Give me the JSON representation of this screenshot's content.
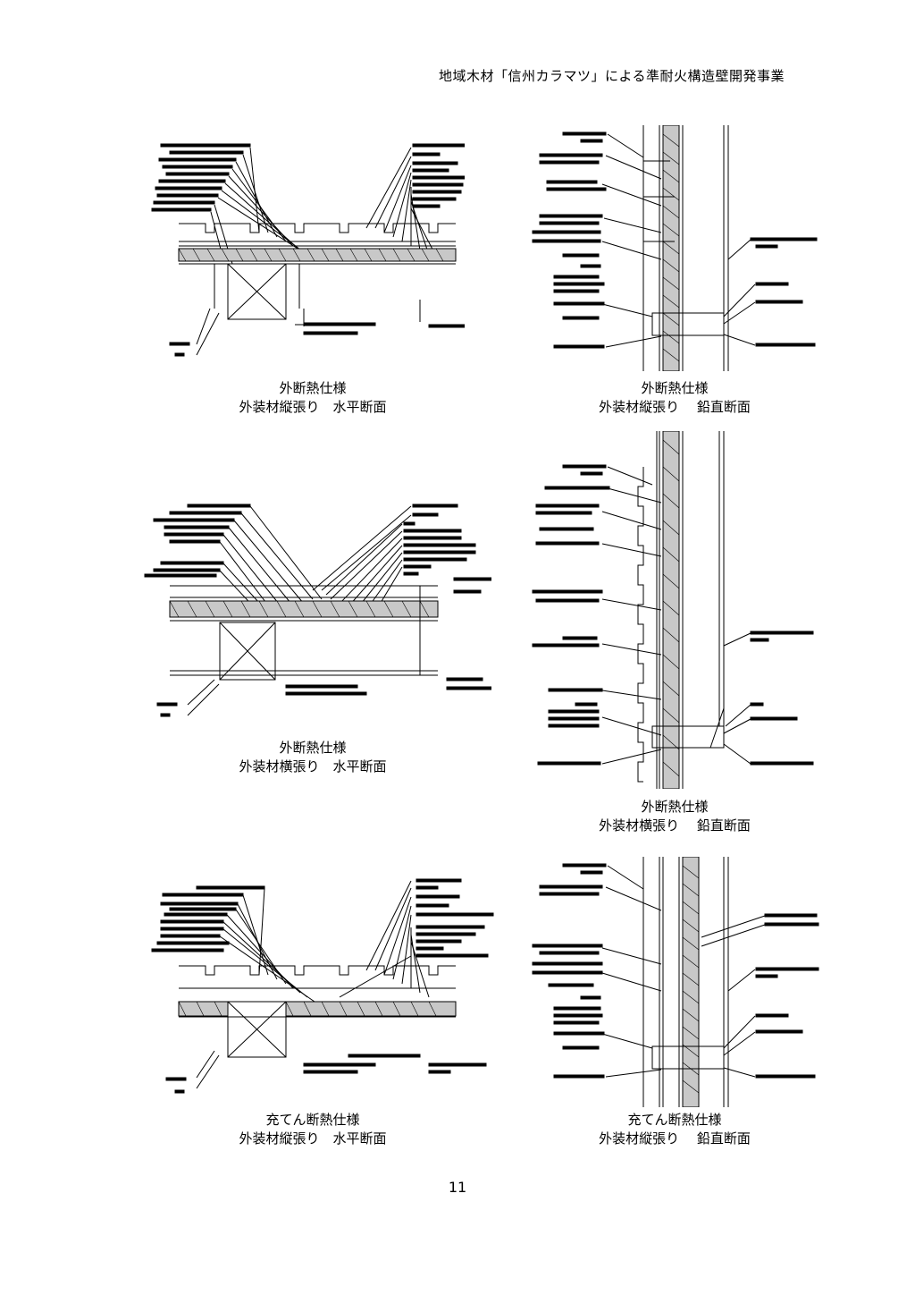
{
  "header": {
    "title": "地域木材「信州カラマツ」による準耐火構造壁開発事業"
  },
  "figures": [
    {
      "line1": "外断熱仕様",
      "line2": "外装材縦張り　水平断面"
    },
    {
      "line1": "外断熱仕様",
      "line2": "外装材縦張り　 鉛直断面"
    },
    {
      "line1": "外断熱仕様",
      "line2": "外装材横張り　水平断面"
    },
    {
      "line1": "外断熱仕様",
      "line2": "外装材横張り　 鉛直断面"
    },
    {
      "line1": "充てん断熱仕様",
      "line2": "外装材縦張り　水平断面"
    },
    {
      "line1": "充てん断熱仕様",
      "line2": "外装材縦張り　 鉛直断面"
    }
  ],
  "page_number": "11"
}
